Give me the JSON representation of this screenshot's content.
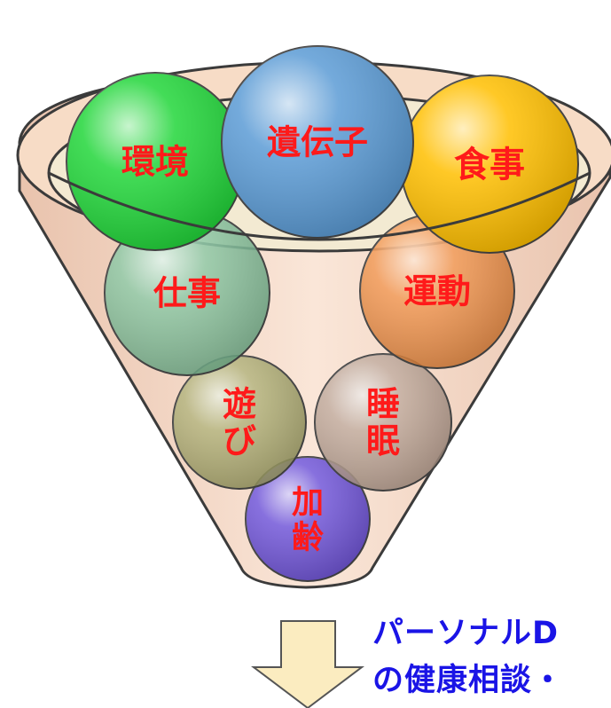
{
  "colors": {
    "funnel_fill": "#f6d9c6",
    "funnel_stroke": "#3b3b3b",
    "label_red": "#ff1a1a",
    "caption_blue": "#1a14e6",
    "arrow_fill": "#fbecc0"
  },
  "balls": [
    {
      "id": "kankyo",
      "label": "環境",
      "color": "#22d63a"
    },
    {
      "id": "idenshi",
      "label": "遺伝子",
      "color": "#5b9bd5"
    },
    {
      "id": "shokuji",
      "label": "食事",
      "color": "#ffbf00"
    },
    {
      "id": "shigoto",
      "label": "仕事",
      "color": "#7dbf98"
    },
    {
      "id": "undou",
      "label": "運動",
      "color": "#ee8a3c"
    },
    {
      "id": "asobi",
      "label": "遊び",
      "color": "#a8a86a"
    },
    {
      "id": "suimin",
      "label": "睡眠",
      "color": "#b8a090"
    },
    {
      "id": "karei",
      "label": "加齢",
      "color": "#6a4fd8"
    }
  ],
  "captions": {
    "line1": "パーソナルD",
    "line2": "の健康相談・"
  }
}
